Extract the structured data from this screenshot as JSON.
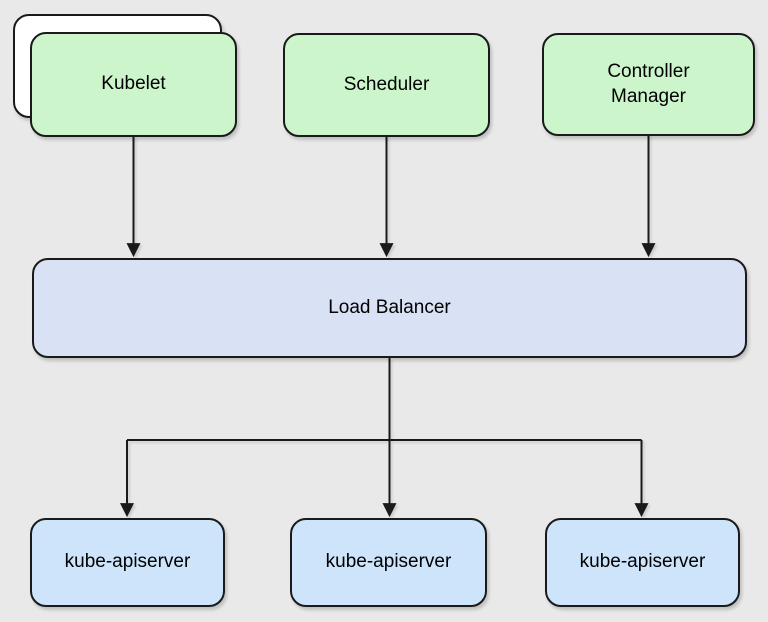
{
  "diagram": {
    "nodes": {
      "kubelet": {
        "label": "Kubelet",
        "fill": "#ccf5cc",
        "stacked": true
      },
      "scheduler": {
        "label": "Scheduler",
        "fill": "#ccf5cc"
      },
      "controller_manager": {
        "label": "Controller Manager",
        "fill": "#ccf5cc"
      },
      "load_balancer": {
        "label": "Load Balancer",
        "fill": "#d8e2f4"
      },
      "kube_apiserver_1": {
        "label": "kube-apiserver",
        "fill": "#cde4fb"
      },
      "kube_apiserver_2": {
        "label": "kube-apiserver",
        "fill": "#cde4fb"
      },
      "kube_apiserver_3": {
        "label": "kube-apiserver",
        "fill": "#cde4fb"
      }
    },
    "edges": [
      {
        "from": "kubelet",
        "to": "load_balancer"
      },
      {
        "from": "scheduler",
        "to": "load_balancer"
      },
      {
        "from": "controller_manager",
        "to": "load_balancer"
      },
      {
        "from": "load_balancer",
        "to": "kube_apiserver_1"
      },
      {
        "from": "load_balancer",
        "to": "kube_apiserver_2"
      },
      {
        "from": "load_balancer",
        "to": "kube_apiserver_3"
      }
    ],
    "colors": {
      "background": "#e9e9e9",
      "green_fill": "#ccf5cc",
      "lavender_fill": "#d8e2f4",
      "blue_fill": "#cde4fb",
      "white_fill": "#ffffff",
      "stroke": "#1a1a1a",
      "text": "#000000"
    }
  }
}
